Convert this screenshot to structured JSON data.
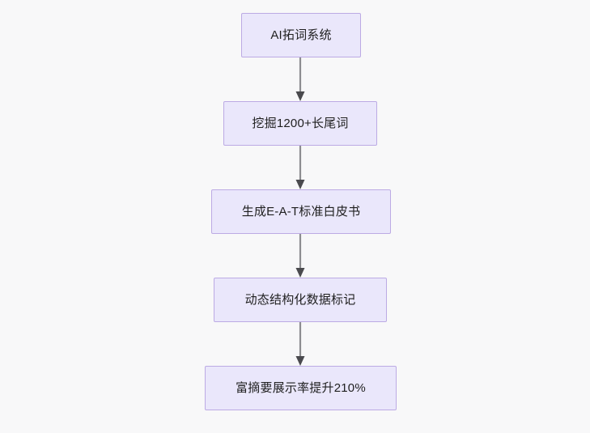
{
  "diagram": {
    "type": "flowchart",
    "direction": "top-to-bottom",
    "background_color": "#f8f8f9",
    "node_fill_color": "#eae7fb",
    "node_border_color": "#bcaae4",
    "node_text_color": "#1f1f1f",
    "edge_color": "#8d8d91",
    "arrowhead_color": "#4a4a4e",
    "nodes": [
      {
        "id": "n1",
        "label": "AI拓词系统"
      },
      {
        "id": "n2",
        "label": "挖掘1200+长尾词"
      },
      {
        "id": "n3",
        "label": "生成E-A-T标准白皮书"
      },
      {
        "id": "n4",
        "label": "动态结构化数据标记"
      },
      {
        "id": "n5",
        "label": "富摘要展示率提升210%"
      }
    ],
    "edges": [
      {
        "from": "n1",
        "to": "n2",
        "label": ""
      },
      {
        "from": "n2",
        "to": "n3",
        "label": ""
      },
      {
        "from": "n3",
        "to": "n4",
        "label": ""
      },
      {
        "from": "n4",
        "to": "n5",
        "label": ""
      }
    ]
  }
}
